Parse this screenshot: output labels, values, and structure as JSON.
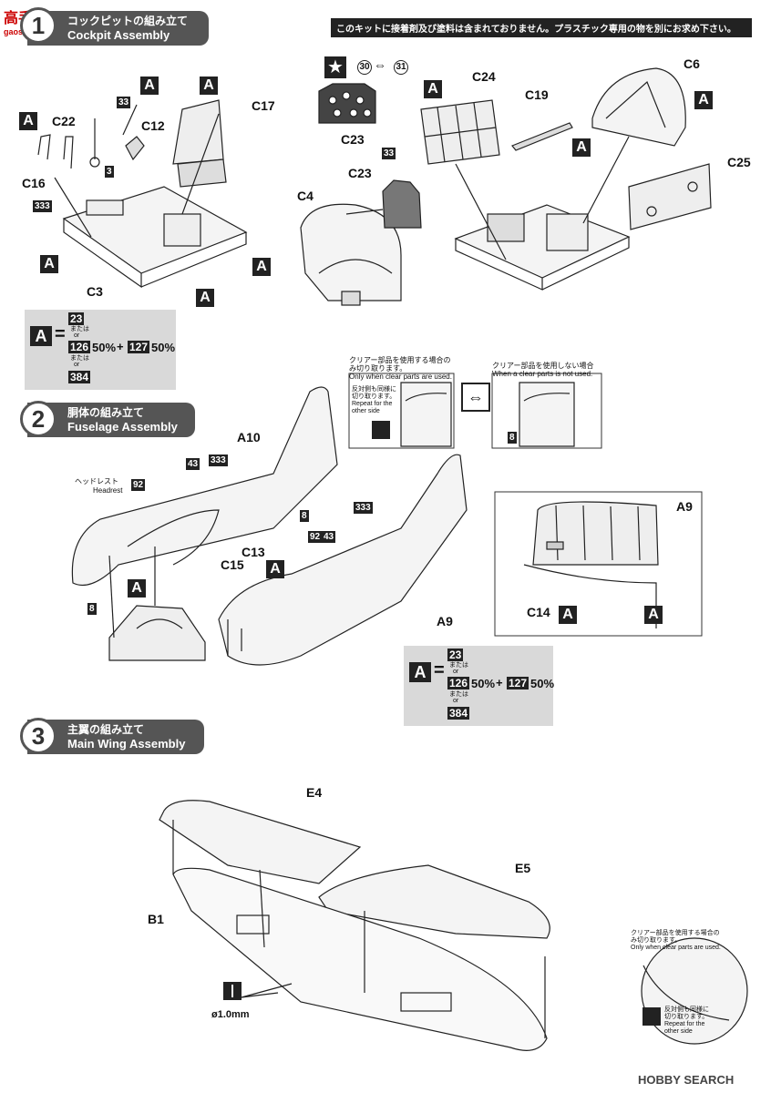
{
  "watermark": {
    "line1": "高手",
    "line2": "gaoshan.com"
  },
  "note_top": "このキットに接着剤及び塗料は含まれておりません。プラスチック専用の物を別にお求め下さい。",
  "steps": [
    {
      "num": "1",
      "jp": "コックピットの組み立て",
      "en": "Cockpit Assembly"
    },
    {
      "num": "2",
      "jp": "胴体の組み立て",
      "en": "Fuselage Assembly"
    },
    {
      "num": "3",
      "jp": "主翼の組み立て",
      "en": "Main Wing Assembly"
    }
  ],
  "step1_labels": {
    "c22": "C22",
    "c12": "C12",
    "c17": "C17",
    "c16": "C16",
    "c3": "C3",
    "c4": "C4",
    "c23a": "C23",
    "c23b": "C23",
    "c24": "C24",
    "c19": "C19",
    "c6": "C6",
    "c25": "C25",
    "n33a": "33",
    "n3": "3",
    "n333": "333",
    "n33b": "33",
    "n30": "30",
    "n31": "31",
    "a": "A"
  },
  "paint_formula": {
    "a": "A",
    "eq": "=",
    "p23": "23",
    "or_jp": "または",
    "or_en": "or",
    "p126": "126",
    "pct1": "50%",
    "plus": "+",
    "p127": "127",
    "pct2": "50%",
    "p384": "384"
  },
  "step2_labels": {
    "a10": "A10",
    "headrest_jp": "ヘッドレスト",
    "headrest_en": "Headrest",
    "n92": "92",
    "n43": "43",
    "n333a": "333",
    "n8a": "8",
    "n333b": "333",
    "n92b": "92",
    "n43b": "43",
    "c13": "C13",
    "c15": "C15",
    "a": "A",
    "n8b": "8",
    "a9": "A9",
    "a9b": "A9",
    "c14": "C14",
    "n8c": "8"
  },
  "clear_note": {
    "used_jp1": "クリアー部品を使用する場合の",
    "used_jp2": "み切り取ります。",
    "used_en": "Only when clear parts are used.",
    "notused_jp": "クリアー部品を使用しない場合",
    "notused_en": "When a clear parts is not used.",
    "repeat_jp1": "反対側も同様に",
    "repeat_jp2": "切り取ります。",
    "repeat_en1": "Repeat for the",
    "repeat_en2": "other side"
  },
  "step3_labels": {
    "e4": "E4",
    "e5": "E5",
    "b1": "B1",
    "drill": "ø1.0mm"
  },
  "footer": {
    "brand": "HOBBY SEARCH"
  }
}
